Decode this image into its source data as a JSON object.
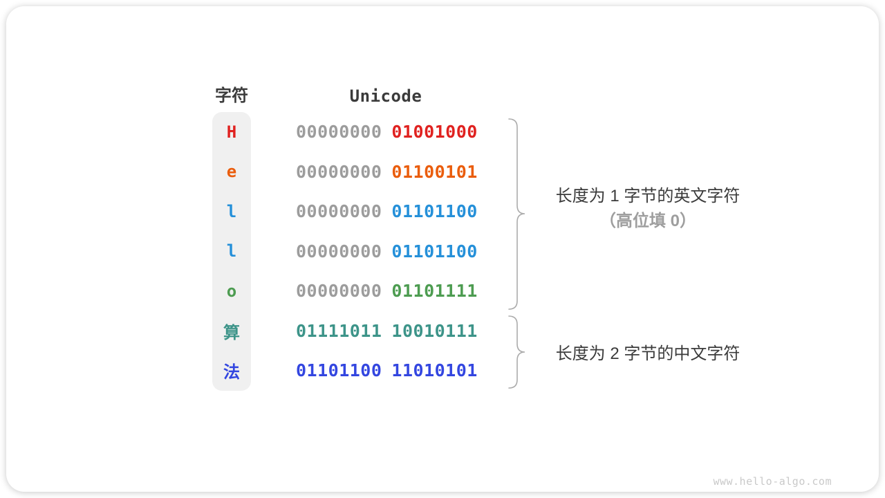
{
  "header": {
    "char_column": "字符",
    "unicode_column": "Unicode"
  },
  "table": {
    "rows": [
      {
        "char": "H",
        "byte_high": "00000000",
        "byte_low": "01001000",
        "color": "#e02220",
        "high_muted": true
      },
      {
        "char": "e",
        "byte_high": "00000000",
        "byte_low": "01100101",
        "color": "#ea5d0d",
        "high_muted": true
      },
      {
        "char": "l",
        "byte_high": "00000000",
        "byte_low": "01101100",
        "color": "#2590d9",
        "high_muted": true
      },
      {
        "char": "l",
        "byte_high": "00000000",
        "byte_low": "01101100",
        "color": "#2590d9",
        "high_muted": true
      },
      {
        "char": "o",
        "byte_high": "00000000",
        "byte_low": "01101111",
        "color": "#4d9c51",
        "high_muted": true
      },
      {
        "char": "算",
        "byte_high": "01111011",
        "byte_low": "10010111",
        "color": "#3d9489",
        "high_muted": false
      },
      {
        "char": "法",
        "byte_high": "01101100",
        "byte_low": "11010101",
        "color": "#3346e0",
        "high_muted": false
      }
    ]
  },
  "annotations": {
    "english_group": {
      "line1": "长度为 1 字节的英文字符",
      "line2": "（高位填 0）"
    },
    "chinese_group": {
      "line1": "长度为 2 字节的中文字符"
    }
  },
  "watermark": "www.hello-algo.com",
  "colors": {
    "muted_binary": "#9c9c9c",
    "heading_text": "#3b3b3b",
    "note_text": "#9e9e9e",
    "brace": "#ababab",
    "band_background": "#f0f0f0",
    "watermark_text": "#c9c9c9"
  }
}
